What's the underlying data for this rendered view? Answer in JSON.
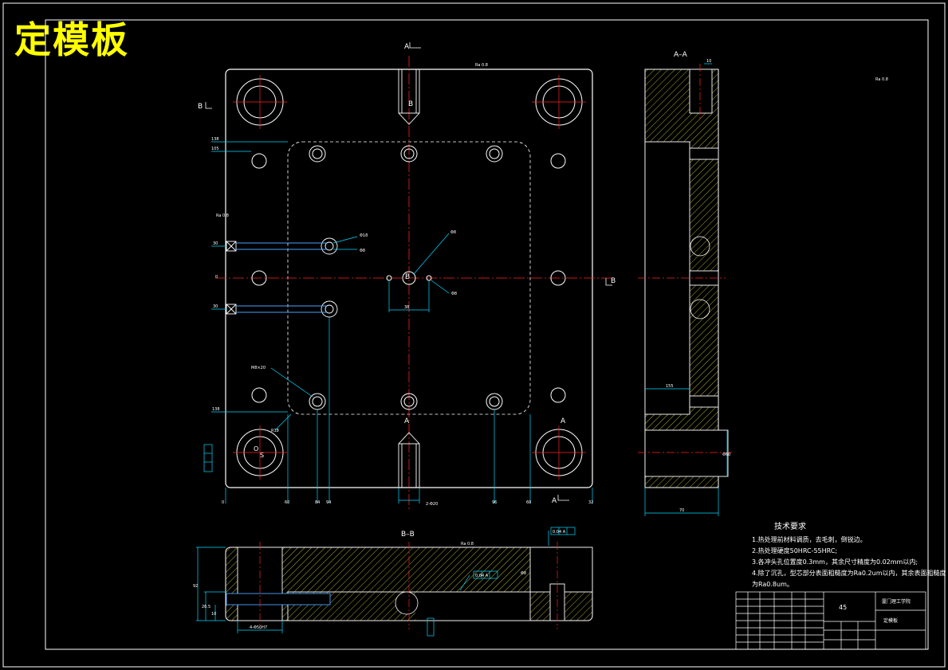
{
  "title": "定模板",
  "views": {
    "section_aa": "A–A",
    "section_bb": "B–B",
    "cut_a": "A",
    "cut_b": "B"
  },
  "tech_requirements": {
    "heading": "技术要求",
    "items": [
      "1.热处理前材料调质，去毛刺，倒锐边。",
      "2.热处理硬度50HRC-55HRC;",
      "3.各冲头孔位置度0.3mm，其余尺寸精度为0.02mm以内;",
      "4.除了沉孔，型芯部分表面粗糙度为Ra0.2um以内，其余表面粗糙度为Ra0.8um。"
    ]
  },
  "title_block": {
    "material": "45",
    "school": "厦门理工学院",
    "part_name": "定模板"
  },
  "colors": {
    "outline": "#ffffff",
    "centerline": "#ff2020",
    "dimension": "#00e5ff",
    "hatch": "#ffff00",
    "title": "#ffff00"
  }
}
